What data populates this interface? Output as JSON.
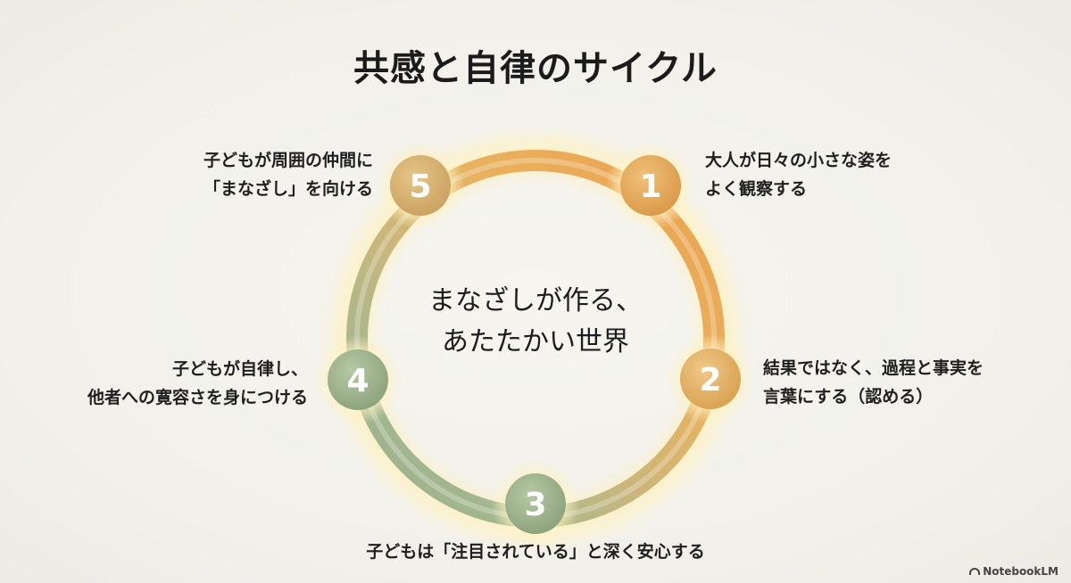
{
  "title": "共感と自律のサイクル",
  "center": {
    "line1": "まなざしが作る、",
    "line2": "あたたかい世界"
  },
  "steps": [
    {
      "number": "1",
      "line1": "大人が日々の小さな姿を",
      "line2": "よく観察する",
      "color": "#e0a85a"
    },
    {
      "number": "2",
      "line1": "結果ではなく、過程と事実を",
      "line2": "言葉にする（認める）",
      "color": "#e2b06a"
    },
    {
      "number": "3",
      "line1": "子どもは「注目されている」と深く安心する",
      "line2": "",
      "color": "#9db38c"
    },
    {
      "number": "4",
      "line1": "子どもが自律し、",
      "line2": "他者への寛容さを身につける",
      "color": "#97ad87"
    },
    {
      "number": "5",
      "line1": "子どもが周囲の仲間に",
      "line2": "「まなざし」を向ける",
      "color": "#d4b070"
    }
  ],
  "colors": {
    "warm": "#e8a64f",
    "cool": "#9fb48e",
    "glow": "#fff3c4"
  },
  "brand": "NotebookLM"
}
